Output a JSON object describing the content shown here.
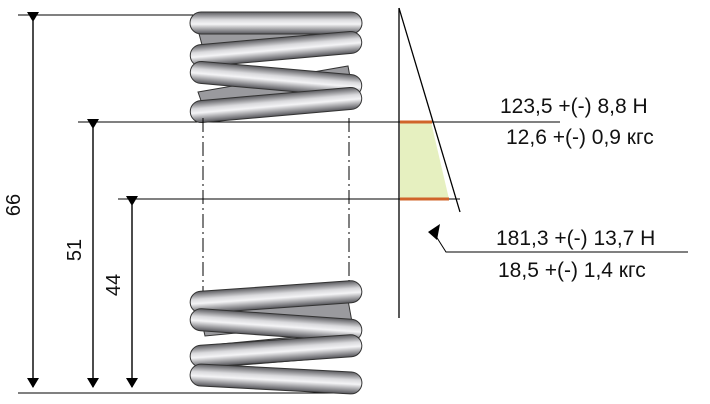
{
  "dimensions": {
    "overall": "66",
    "mid": "51",
    "small": "44"
  },
  "force_labels": {
    "first": {
      "newtons": "123,5 +(-) 8,8 Н",
      "kgf": "12,6 +(-) 0,9 кгс"
    },
    "second": {
      "newtons": "181,3 +(-) 13,7 Н",
      "kgf": "18,5 +(-) 1,4 кгс"
    }
  },
  "colors": {
    "spring_steel": "#8c8c90",
    "tolerance_fill": "#e6f0c0",
    "tolerance_line": "#d0642a"
  }
}
